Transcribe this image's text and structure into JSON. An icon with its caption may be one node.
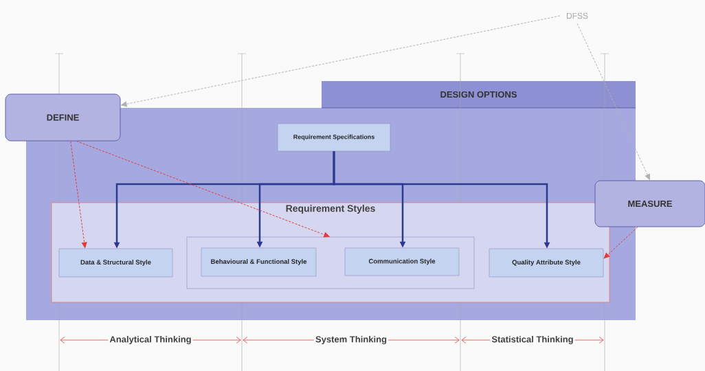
{
  "diagram": {
    "nodes": [
      {
        "text": [
          "DFSS"
        ]
      },
      {
        "text": [
          "DEFINE"
        ]
      },
      {
        "text": [
          "DESIGN OPTIONS"
        ]
      },
      {
        "text": [
          "Requirement Specifications"
        ],
        "in": 2
      },
      {
        "text": [
          "Requirement Styles"
        ],
        "in": 2
      },
      {
        "text": [
          "Data & Structural Style"
        ],
        "in": 4
      },
      {
        "text": [],
        "shape": "box",
        "in": 4
      },
      {
        "text": [
          "Behavioural & Functional Style"
        ],
        "in": 6
      },
      {
        "text": [
          "Communication Style"
        ],
        "in": 6
      },
      {
        "text": [
          "Quality Attribute Style"
        ],
        "in": 4
      },
      {
        "text": [
          "MEASURE"
        ]
      }
    ],
    "edges": [
      {
        "from": 0,
        "to": 1,
        "arrow": "to",
        "style": "dashed",
        "color": "#b0b0b0"
      },
      {
        "from": 0,
        "to": 10,
        "arrow": "to",
        "style": "dashed",
        "color": "#b0b0b0"
      },
      {
        "from": 3,
        "to": 5,
        "arrow": "to"
      },
      {
        "from": 3,
        "to": 7,
        "arrow": "to"
      },
      {
        "from": 3,
        "to": 8,
        "arrow": "to"
      },
      {
        "from": 3,
        "to": 9,
        "arrow": "to"
      },
      {
        "from": 1,
        "to": 5,
        "arrow": "to",
        "style": "dashed",
        "color": "#e03c3c"
      },
      {
        "from": 1,
        "to": 6,
        "arrow": "to",
        "style": "dashed",
        "color": "#e03c3c"
      },
      {
        "from": 10,
        "to": 9,
        "arrow": "to",
        "style": "dashed",
        "color": "#e03c3c"
      }
    ],
    "labels": [
      "Analytical Thinking",
      "System Thinking",
      "Statistical Thinking"
    ]
  }
}
